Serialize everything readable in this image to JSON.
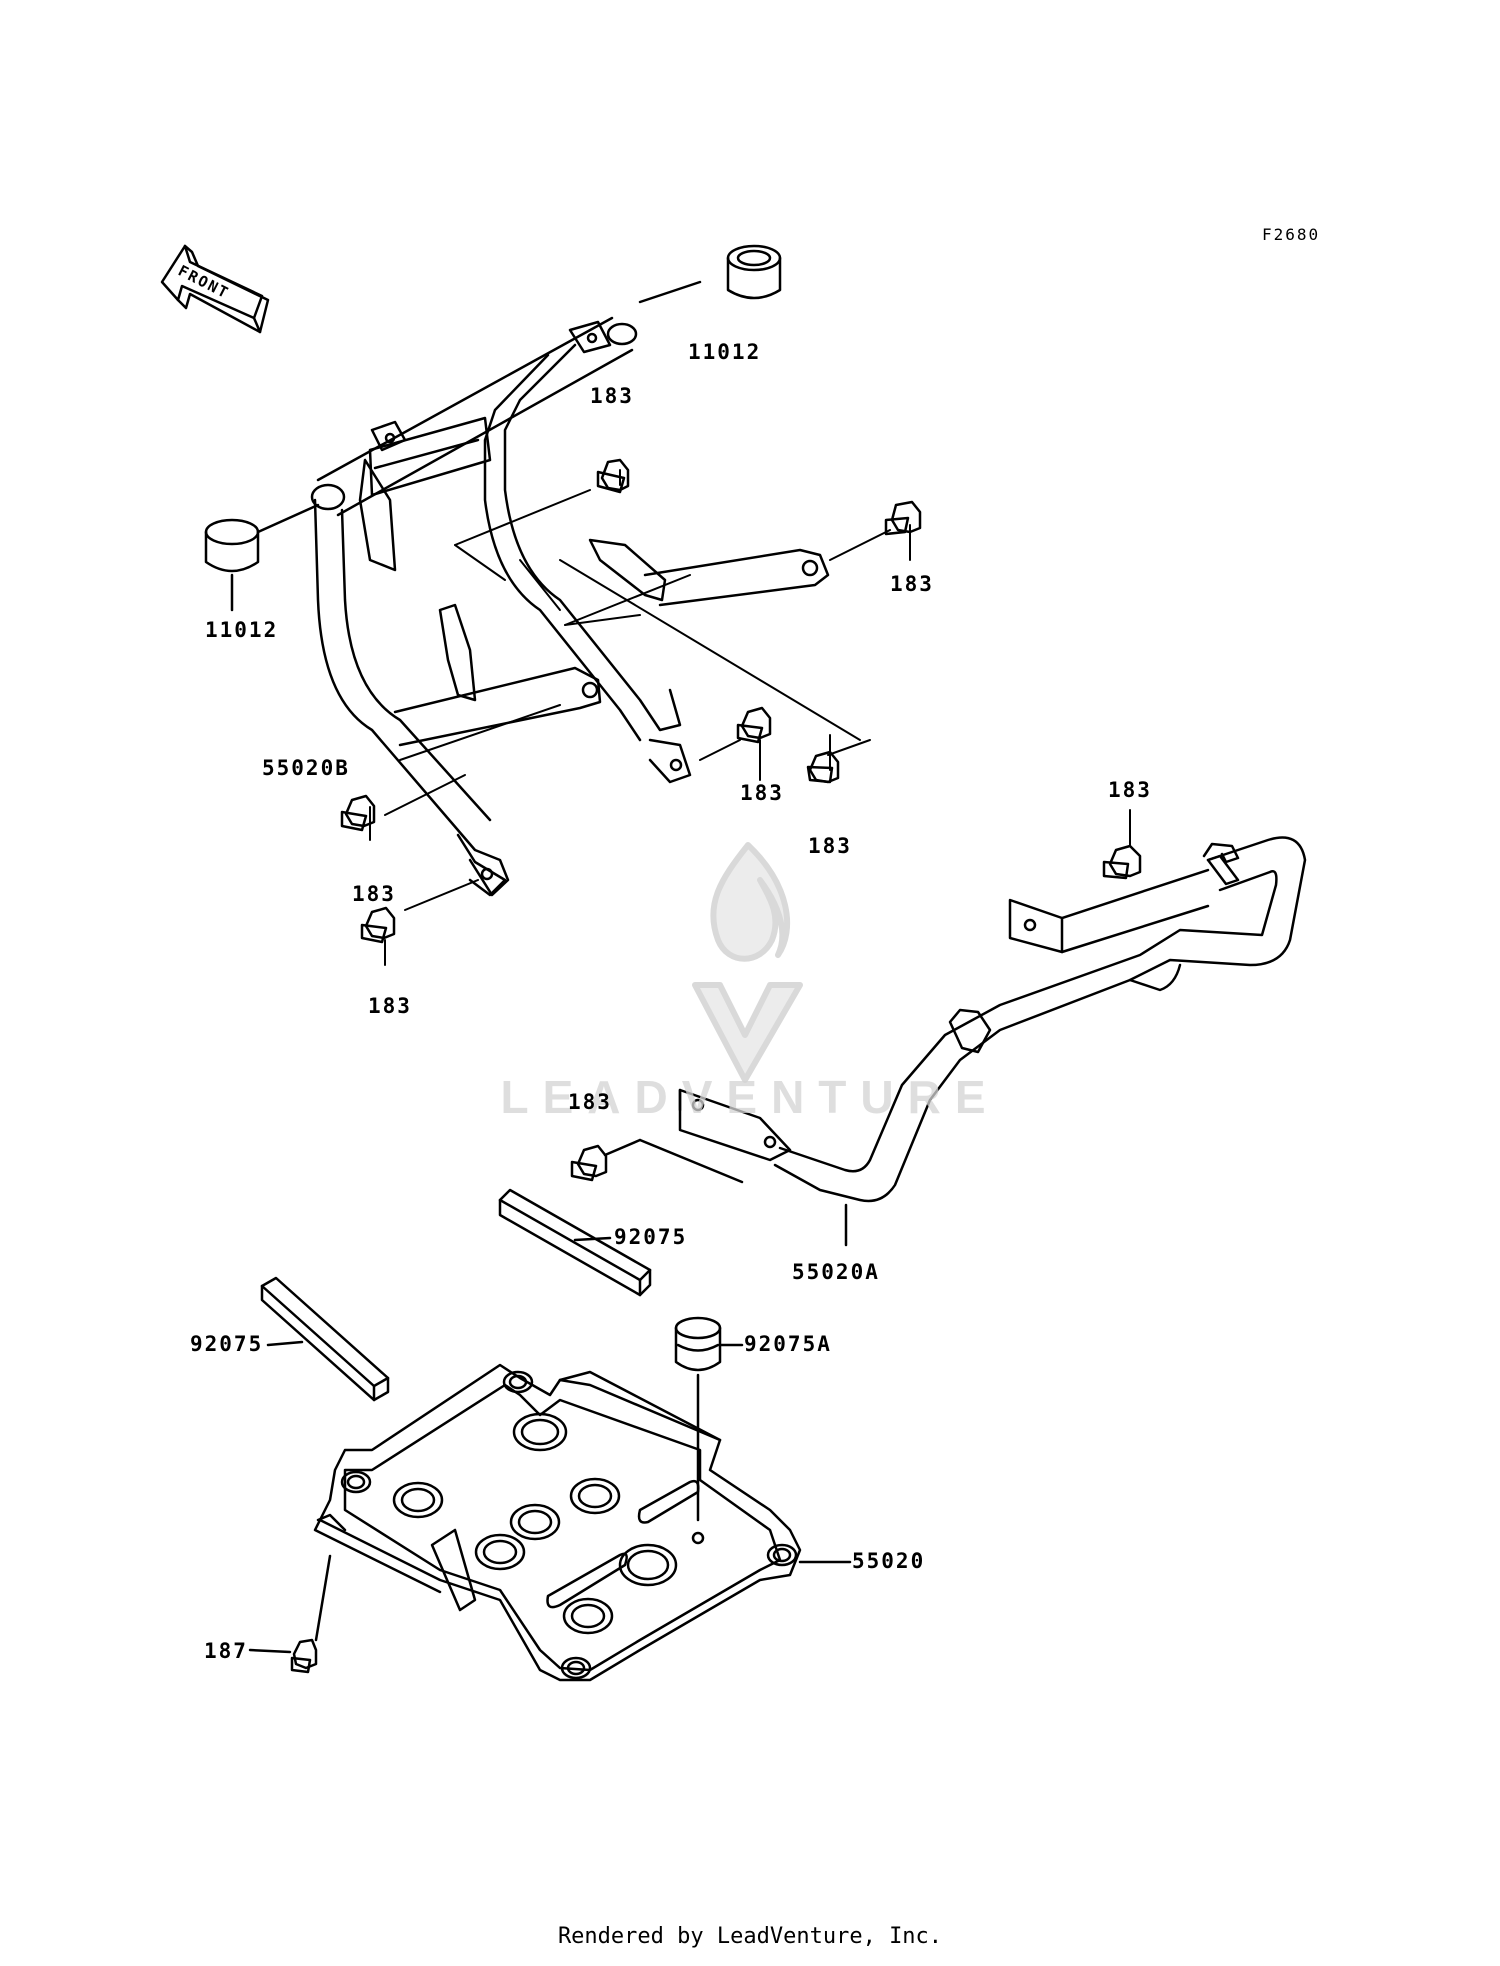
{
  "diagram_code": "F2680",
  "front_label": "FRONT",
  "parts": {
    "cap_top": "11012",
    "cap_left": "11012",
    "bolt_top_center": "183",
    "bolt_right_bracket": "183",
    "bolt_center_a": "183",
    "bolt_center_b": "183",
    "bolt_left_a": "183",
    "bolt_left_b": "183",
    "bolt_guard_right": "183",
    "bolt_guard_lower": "183",
    "guard_b": "55020B",
    "guard_a": "55020A",
    "pad_right": "92075",
    "pad_left": "92075",
    "damper": "92075A",
    "skid_plate": "55020",
    "screw": "187"
  },
  "watermark": "LEADVENTURE",
  "footer": "Rendered by LeadVenture, Inc."
}
